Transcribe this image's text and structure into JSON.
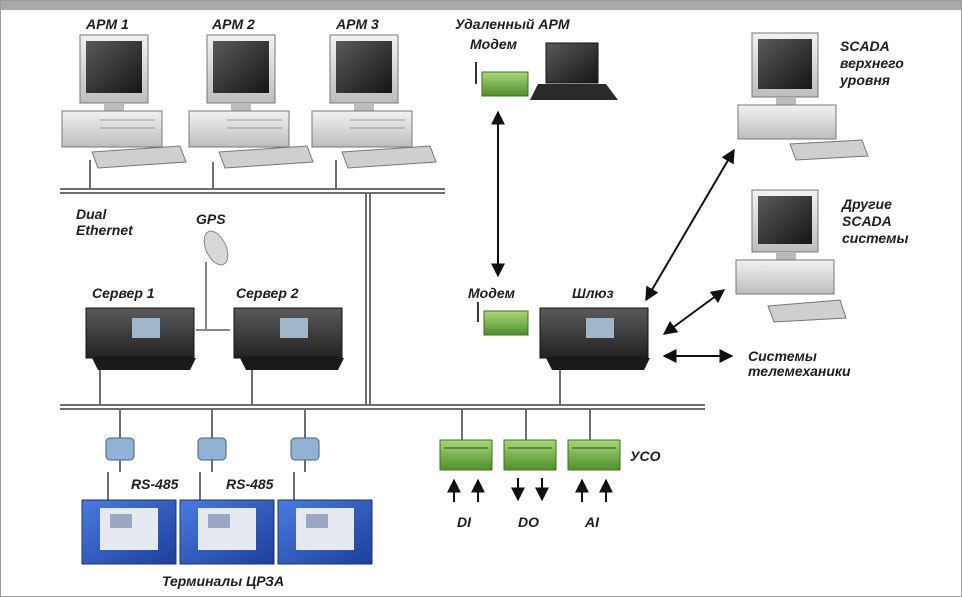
{
  "labels": {
    "arm1": "АРМ 1",
    "arm2": "АРМ 2",
    "arm3": "АРМ 3",
    "remote_arm": "Удаленный АРМ",
    "modem_top": "Модем",
    "scada_top_1": "SCADA",
    "scada_top_2": "верхнего",
    "scada_top_3": "уровня",
    "dual_1": "Dual",
    "dual_2": "Ethernet",
    "gps": "GPS",
    "other_1": "Другие",
    "other_2": "SCADA",
    "other_3": "системы",
    "server1": "Сервер 1",
    "server2": "Сервер 2",
    "modem_mid": "Модем",
    "gateway": "Шлюз",
    "telemech_1": "Системы",
    "telemech_2": "телемеханики",
    "rs485_a": "RS-485",
    "rs485_b": "RS-485",
    "uso": "УСО",
    "di": "DI",
    "do": "DO",
    "ai": "AI",
    "terminals": "Терминалы ЦРЗА"
  },
  "colors": {
    "bus": "#6f6f6f",
    "arrow": "#111111",
    "pc_case": "#dcdcdc",
    "monitor": "#2f2f2f",
    "server": "#3a3a3a",
    "terminal": "#2b59c3",
    "module": "#7dba4a"
  }
}
